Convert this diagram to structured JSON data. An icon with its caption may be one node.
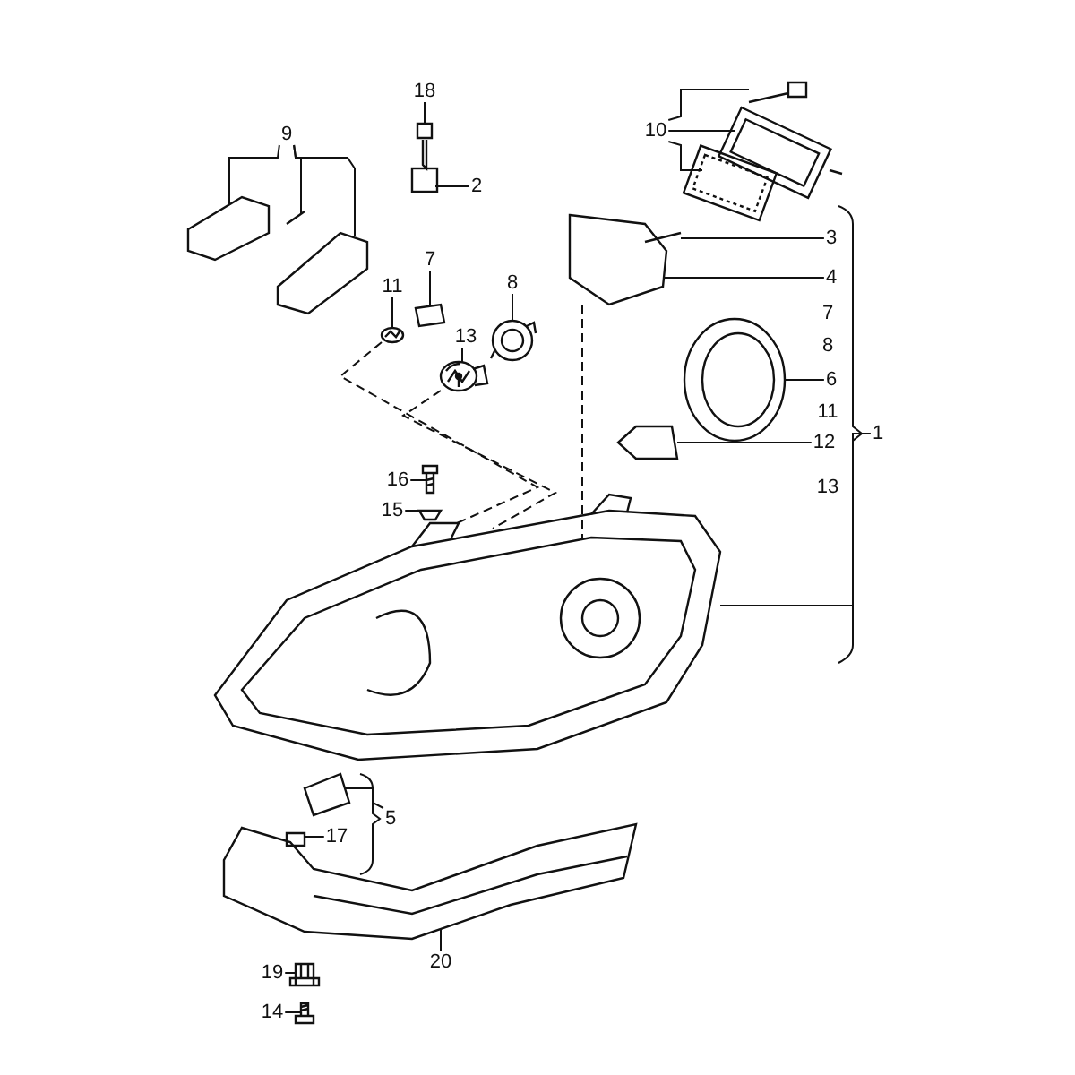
{
  "diagram": {
    "nodes": [
      {
        "text": [
          "18"
        ]
      },
      {
        "text": [
          "9"
        ]
      },
      {
        "text": [
          "10"
        ]
      },
      {
        "text": [
          "2"
        ]
      },
      {
        "text": [
          "3"
        ]
      },
      {
        "text": [
          "7"
        ]
      },
      {
        "text": [
          "11"
        ]
      },
      {
        "text": [
          "8"
        ]
      },
      {
        "text": [
          "4"
        ]
      },
      {
        "text": [
          "13"
        ]
      },
      {
        "text": [
          "6"
        ]
      },
      {
        "text": [
          "12"
        ]
      },
      {
        "text": [
          "1"
        ]
      },
      {
        "text": [
          "16"
        ]
      },
      {
        "text": [
          "15"
        ]
      },
      {
        "text": [
          "5"
        ]
      },
      {
        "text": [
          "17"
        ]
      },
      {
        "text": [
          "19"
        ]
      },
      {
        "text": [
          "20"
        ]
      },
      {
        "text": [
          "14"
        ]
      },
      {
        "text": [],
        "shape": "picture"
      },
      {
        "text": [],
        "shape": "picture"
      },
      {
        "text": [],
        "shape": "picture"
      },
      {
        "text": [],
        "shape": "picture"
      },
      {
        "text": [],
        "shape": "picture"
      },
      {
        "text": [],
        "shape": "picture"
      },
      {
        "text": [],
        "shape": "picture"
      },
      {
        "text": [],
        "shape": "picture"
      },
      {
        "text": [],
        "shape": "picture"
      },
      {
        "text": [],
        "shape": "picture"
      },
      {
        "text": [],
        "shape": "picture"
      },
      {
        "text": [],
        "shape": "picture"
      },
      {
        "text": [],
        "shape": "picture"
      },
      {
        "text": [],
        "shape": "picture"
      },
      {
        "text": [],
        "shape": "picture"
      },
      {
        "text": [],
        "shape": "picture"
      },
      {
        "text": [],
        "shape": "picture"
      },
      {
        "text": [],
        "shape": "picture"
      },
      {
        "text": [],
        "shape": "picture"
      },
      {
        "text": [],
        "shape": "picture"
      },
      {
        "text": [],
        "shape": "picture"
      },
      {
        "text": [],
        "shape": "picture"
      },
      {
        "text": [],
        "shape": "picture"
      },
      {
        "text": [],
        "shape": "picture"
      }
    ],
    "edges": [
      {
        "from": 0,
        "to": 20,
        "arrow": "none"
      },
      {
        "from": 1,
        "to": 22,
        "arrow": "none"
      },
      {
        "from": 1,
        "to": 23,
        "arrow": "none"
      },
      {
        "from": 1,
        "to": 24,
        "arrow": "none"
      },
      {
        "from": 2,
        "to": 25,
        "arrow": "none"
      },
      {
        "from": 2,
        "to": 26,
        "arrow": "none"
      },
      {
        "from": 2,
        "to": 27,
        "arrow": "none"
      },
      {
        "from": 3,
        "to": 21,
        "arrow": "none"
      },
      {
        "from": 4,
        "to": 29,
        "arrow": "none"
      },
      {
        "from": 5,
        "to": 30,
        "arrow": "none"
      },
      {
        "from": 6,
        "to": 31,
        "arrow": "none"
      },
      {
        "from": 7,
        "to": 32,
        "arrow": "none"
      },
      {
        "from": 8,
        "to": 28,
        "arrow": "none"
      },
      {
        "from": 9,
        "to": 33,
        "arrow": "none"
      },
      {
        "from": 10,
        "to": 34,
        "arrow": "none"
      },
      {
        "from": 11,
        "to": 35,
        "arrow": "none"
      },
      {
        "from": 12,
        "to": 36,
        "arrow": "none"
      },
      {
        "from": 13,
        "to": 37,
        "arrow": "none"
      },
      {
        "from": 14,
        "to": 38,
        "arrow": "none"
      },
      {
        "from": 15,
        "to": 39,
        "arrow": "none"
      },
      {
        "from": 16,
        "to": 40,
        "arrow": "none"
      },
      {
        "from": 17,
        "to": 42,
        "arrow": "none"
      },
      {
        "from": 18,
        "to": 41,
        "arrow": "none"
      },
      {
        "from": 19,
        "to": 43,
        "arrow": "none"
      },
      {
        "from": 31,
        "to": 36,
        "arrow": "none",
        "style": "dashed"
      },
      {
        "from": 33,
        "to": 36,
        "arrow": "none",
        "style": "dashed"
      },
      {
        "from": 28,
        "to": 36,
        "arrow": "none",
        "style": "dashed"
      }
    ],
    "labels": [
      "7",
      "8",
      "11",
      "13"
    ]
  }
}
